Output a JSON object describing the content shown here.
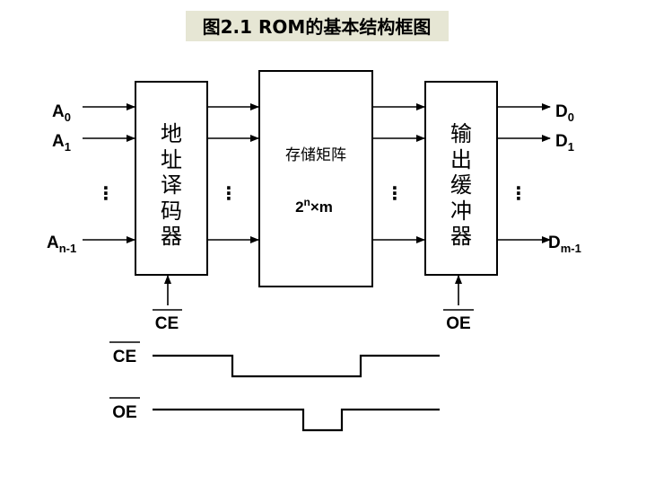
{
  "title": "图2.1 ROM的基本结构框图",
  "inputs": [
    {
      "base": "A",
      "sub": "0"
    },
    {
      "base": "A",
      "sub": "1"
    },
    {
      "base": "A",
      "sub": "n-1"
    }
  ],
  "outputs": [
    {
      "base": "D",
      "sub": "0"
    },
    {
      "base": "D",
      "sub": "1"
    },
    {
      "base": "D",
      "sub": "m-1"
    }
  ],
  "decoder": {
    "label": "地址译码器",
    "chars": [
      "地",
      "址",
      "译",
      "码",
      "器"
    ]
  },
  "memory": {
    "label": "存储矩阵",
    "size_base": "2",
    "size_sup": "n",
    "size_rest": "×m"
  },
  "buffer": {
    "label": "输出缓冲器",
    "chars": [
      "输",
      "出",
      "缓",
      "冲",
      "器"
    ]
  },
  "ellipsis": "⋮",
  "control": {
    "ce": "CE",
    "oe": "OE"
  },
  "timing": [
    {
      "signal": "CE"
    },
    {
      "signal": "OE"
    }
  ]
}
